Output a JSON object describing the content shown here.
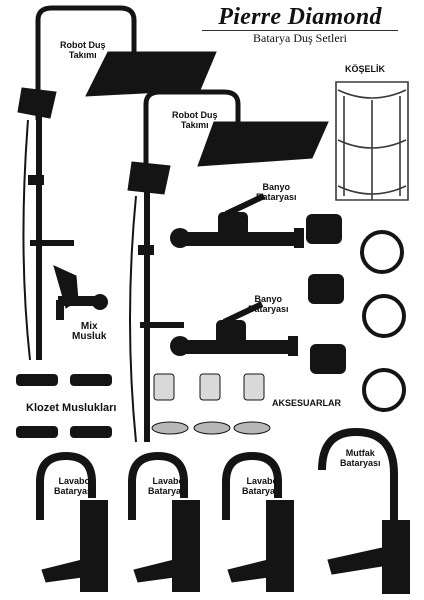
{
  "header": {
    "brand": "Pierre Diamond",
    "subtitle": "Batarya Duş Setleri"
  },
  "labels": {
    "robot_1": [
      "Robot Duş",
      "Takımı"
    ],
    "robot_2": [
      "Robot Duş",
      "Takımı"
    ],
    "koselik": "KÖŞELİK",
    "banyo_1": [
      "Banyo",
      "Bataryası"
    ],
    "banyo_2": [
      "Banyo",
      "Bataryası"
    ],
    "mix": [
      "Mix",
      "Musluk"
    ],
    "klozet": "Klozet Muslukları",
    "aksesuarlar": "AKSESUARLAR",
    "lavabo_1": [
      "Lavabo",
      "Bataryası"
    ],
    "lavabo_2": [
      "Lavabo",
      "Bataryası"
    ],
    "lavabo_3": [
      "Lavabo",
      "Bataryası"
    ],
    "mutfak": [
      "Mutfak",
      "Bataryası"
    ]
  },
  "colors": {
    "product": "#141414",
    "metal": "#3a3a3a",
    "glass": "#d9d9d9",
    "dish": "#b8b8b8"
  }
}
